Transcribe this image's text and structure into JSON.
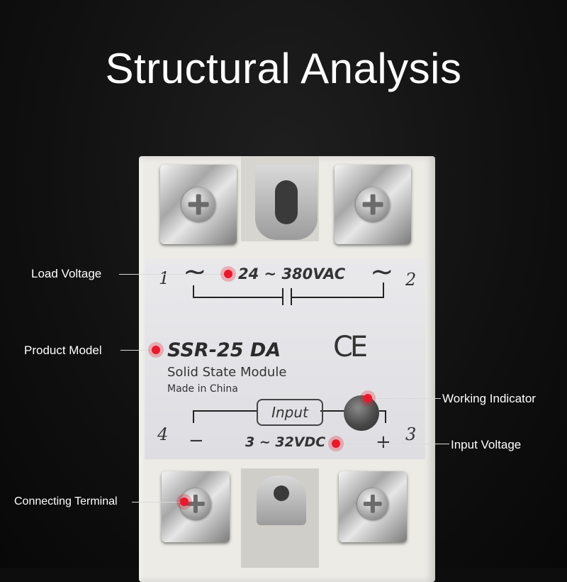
{
  "title": "Structural Analysis",
  "callouts": {
    "load_voltage": "Load Voltage",
    "product_model": "Product Model",
    "working_indicator": "Working Indicator",
    "input_voltage": "Input Voltage",
    "connecting_terminal": "Connecting Terminal"
  },
  "panel": {
    "pin1": "1",
    "pin2": "2",
    "pin3": "3",
    "pin4": "4",
    "ac_symbol": "~",
    "load_range": "24 ~ 380VAC",
    "model": "SSR-25 DA",
    "subtitle": "Solid State Module",
    "origin": "Made in China",
    "ce_mark": "CE",
    "input_label": "Input",
    "input_range": "3 ~ 32VDC",
    "minus": "−",
    "plus": "+"
  },
  "colors": {
    "background": "#0d0d0d",
    "marker": "#e8192c",
    "housing": "#ecebe6",
    "panel": "#e4e4e8"
  }
}
